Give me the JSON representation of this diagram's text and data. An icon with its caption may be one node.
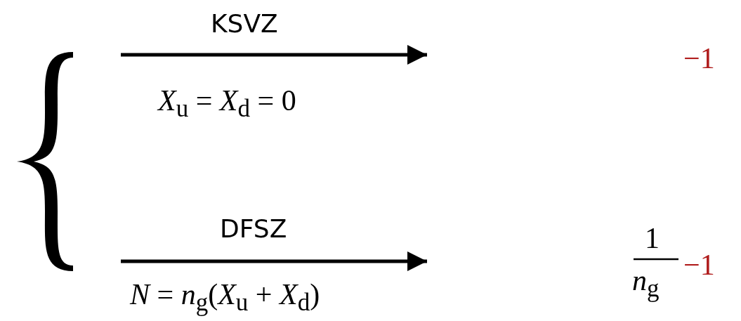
{
  "diagram": {
    "nodes": [
      {
        "text": [],
        "shape": "brace"
      }
    ],
    "labels": [
      "KSVZ",
      "*X*$_{u}$ = *X*$_{d}$ = 0",
      "−1",
      "DFSZ",
      "1",
      "*n*$_{g}$",
      "−1",
      "*N* = *n*$_{g}$(*X*$_{u}$ + *X*$_{d}$)"
    ]
  }
}
